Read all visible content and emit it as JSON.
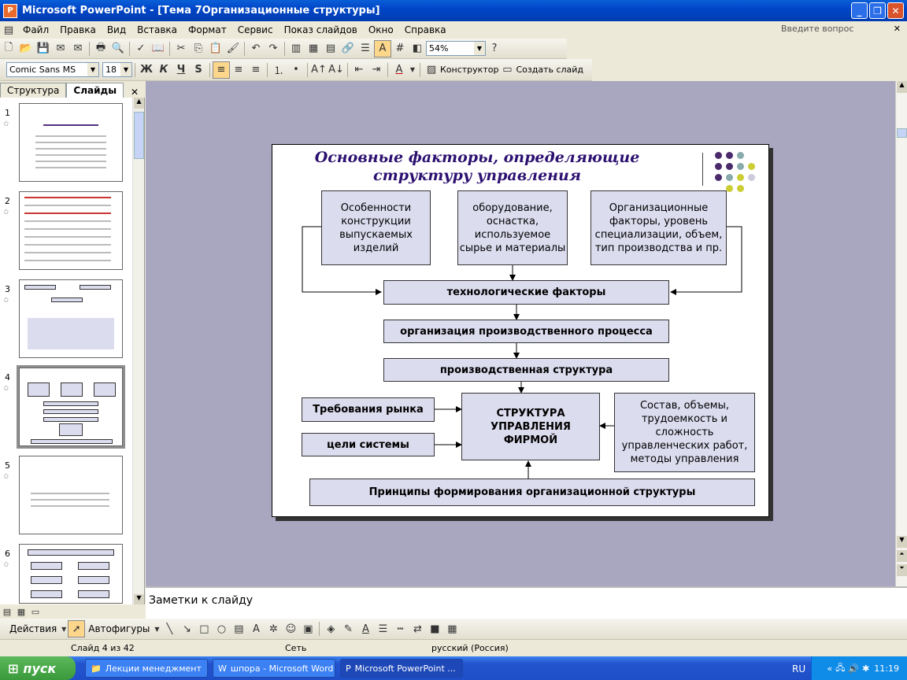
{
  "window": {
    "title": "Microsoft PowerPoint - [Тема 7Организационные структуры]"
  },
  "menu": {
    "items": [
      "Файл",
      "Правка",
      "Вид",
      "Вставка",
      "Формат",
      "Сервис",
      "Показ слайдов",
      "Окно",
      "Справка"
    ],
    "ask_placeholder": "Введите вопрос"
  },
  "toolbar": {
    "zoom": "54%",
    "font": "Comic Sans MS",
    "size": "18",
    "bold": "Ж",
    "italic": "К",
    "underline": "Ч",
    "shadow": "S",
    "designer": "Конструктор",
    "new_slide": "Создать слайд"
  },
  "panel": {
    "tab_outline": "Структура",
    "tab_slides": "Слайды",
    "slide_numbers": [
      "1",
      "2",
      "3",
      "4",
      "5",
      "6"
    ]
  },
  "slide": {
    "title": "Основные факторы, определяющие структуру управления",
    "box1": "Особенности конструкции выпускаемых изделий",
    "box2": "оборудование, оснастка, используемое сырье и материалы",
    "box3": "Организационные факторы, уровень специализации, объем, тип производства и пр.",
    "tech": "технологические факторы",
    "org": "организация производственного процесса",
    "prod": "производственная структура",
    "market": "Требования рынка",
    "goals": "цели системы",
    "center": "СТРУКТУРА УПРАВЛЕНИЯ ФИРМОЙ",
    "right": "Состав, объемы, трудоемкость и сложность управленческих работ, методы управления",
    "principles": "Принципы формирования организационной структуры"
  },
  "notes": {
    "placeholder": "Заметки к слайду"
  },
  "drawbar": {
    "actions": "Действия",
    "autoshapes": "Автофигуры"
  },
  "status": {
    "slide": "Слайд 4 из 42",
    "design": "Сеть",
    "language": "русский (Россия)"
  },
  "taskbar": {
    "start": "пуск",
    "tasks": [
      "Лекции менеджмент",
      "шпора - Microsoft Word",
      "Microsoft PowerPoint ..."
    ],
    "lang": "RU",
    "time": "11:19"
  },
  "colors": {
    "accent": "#2c1070",
    "box_fill": "#dcdcef",
    "canvas": "#a8a7bf"
  }
}
